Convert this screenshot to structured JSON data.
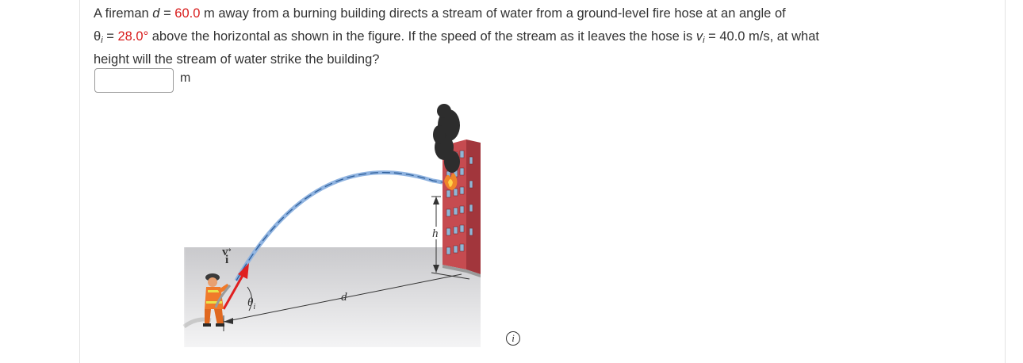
{
  "question": {
    "line1": {
      "t1": "A fireman ",
      "var_d": "d",
      "t2": " = ",
      "d_value": "60.0",
      "t3": " m away from a burning building directs a stream of water from a ground-level fire hose at an angle of"
    },
    "line2": {
      "theta": "θ",
      "theta_sub": "i",
      "t1": " = ",
      "theta_value": "28.0°",
      "t2": " above the horizontal as shown in the figure. If the speed of the stream as it leaves the hose is ",
      "v": "v",
      "v_sub": "i",
      "t3": " = 40.0 m/s, at what"
    },
    "line3": "height will the stream of water strike the building?"
  },
  "answer": {
    "value": "",
    "unit": "m"
  },
  "figure": {
    "label_vi": "v",
    "label_vi_sub": "i",
    "label_theta": "θ",
    "label_theta_sub": "i",
    "label_d": "d",
    "label_h": "h"
  },
  "colors": {
    "given_value": "#d81b1b",
    "arrow": "#e02020",
    "building": "#c0464a",
    "water": "#7fa8d8",
    "smoke": "#2a2a2a"
  },
  "icons": {
    "info": "info-icon"
  }
}
